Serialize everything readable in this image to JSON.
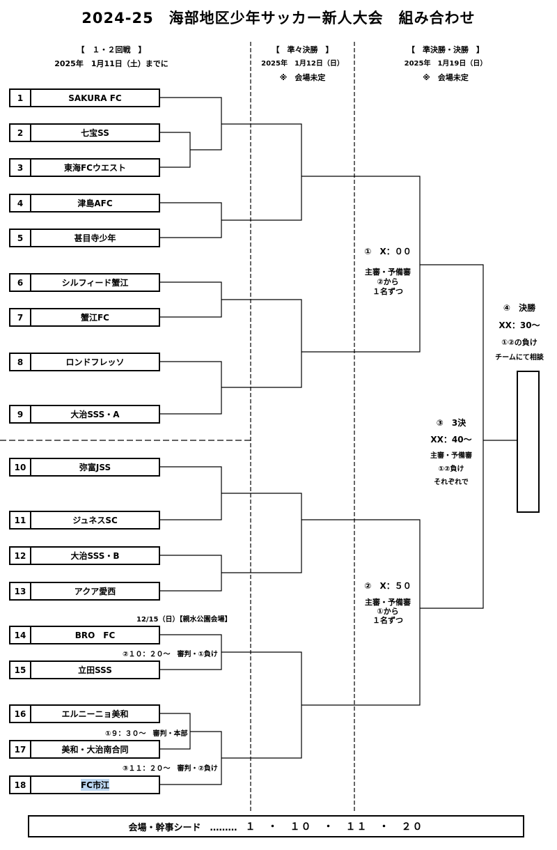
{
  "title": "2024-25　海部地区少年サッカー新人大会　組み合わせ",
  "columns": [
    {
      "label": "【　１・２回戦　】",
      "date": "2025年　1月11日（土）までに",
      "venue": ""
    },
    {
      "label": "【　準々決勝　】",
      "date": "2025年　1月12日（日）",
      "venue": "※　会場未定"
    },
    {
      "label": "【　準決勝・決勝　】",
      "date": "2025年　1月19日（日）",
      "venue": "※　会場未定"
    }
  ],
  "teams": [
    {
      "no": "1",
      "name": "SAKURA FC"
    },
    {
      "no": "2",
      "name": "七宝SS"
    },
    {
      "no": "3",
      "name": "東海FCウエスト"
    },
    {
      "no": "4",
      "name": "津島AFC"
    },
    {
      "no": "5",
      "name": "甚目寺少年"
    },
    {
      "no": "6",
      "name": "シルフィード蟹江"
    },
    {
      "no": "7",
      "name": "蟹江FC"
    },
    {
      "no": "8",
      "name": "ロンドフレッソ"
    },
    {
      "no": "9",
      "name": "大治SSS・A"
    },
    {
      "no": "10",
      "name": "弥富JSS"
    },
    {
      "no": "11",
      "name": "ジュネスSC"
    },
    {
      "no": "12",
      "name": "大治SSS・B"
    },
    {
      "no": "13",
      "name": "アクア愛西"
    },
    {
      "no": "14",
      "name": "BRO　FC"
    },
    {
      "no": "15",
      "name": "立田SSS"
    },
    {
      "no": "16",
      "name": "エルニーニョ美和"
    },
    {
      "no": "17",
      "name": "美和・大治南合同"
    },
    {
      "no": "18",
      "name": "FC市江"
    }
  ],
  "notes": {
    "venue_1215": "12/15（日）【親水公園会場】",
    "match_14_15": "②１０：２０～　審判・①負け",
    "match_16_17": "①９：３０～　審判・本部",
    "match_18": "③１１：２０～　審判・②負け"
  },
  "semi1": {
    "title": "①　X：００",
    "line1": "主審・予備審",
    "line2": "②から",
    "line3": "１名ずつ"
  },
  "semi2": {
    "title": "②　X：５０",
    "line1": "主審・予備審",
    "line2": "①から",
    "line3": "１名ずつ"
  },
  "final": {
    "title": "④　決勝",
    "time": "XX：30～",
    "line1": "①②の負け",
    "line2": "チームにて相談"
  },
  "third": {
    "title": "③　3決",
    "time": "XX：40～",
    "line1": "主審・予備審",
    "line2": "①②負け",
    "line3": "それぞれで"
  },
  "footer": {
    "label": "会場・幹事シード　………",
    "seeds": "１　・　１０　・　１１　・　２０"
  }
}
